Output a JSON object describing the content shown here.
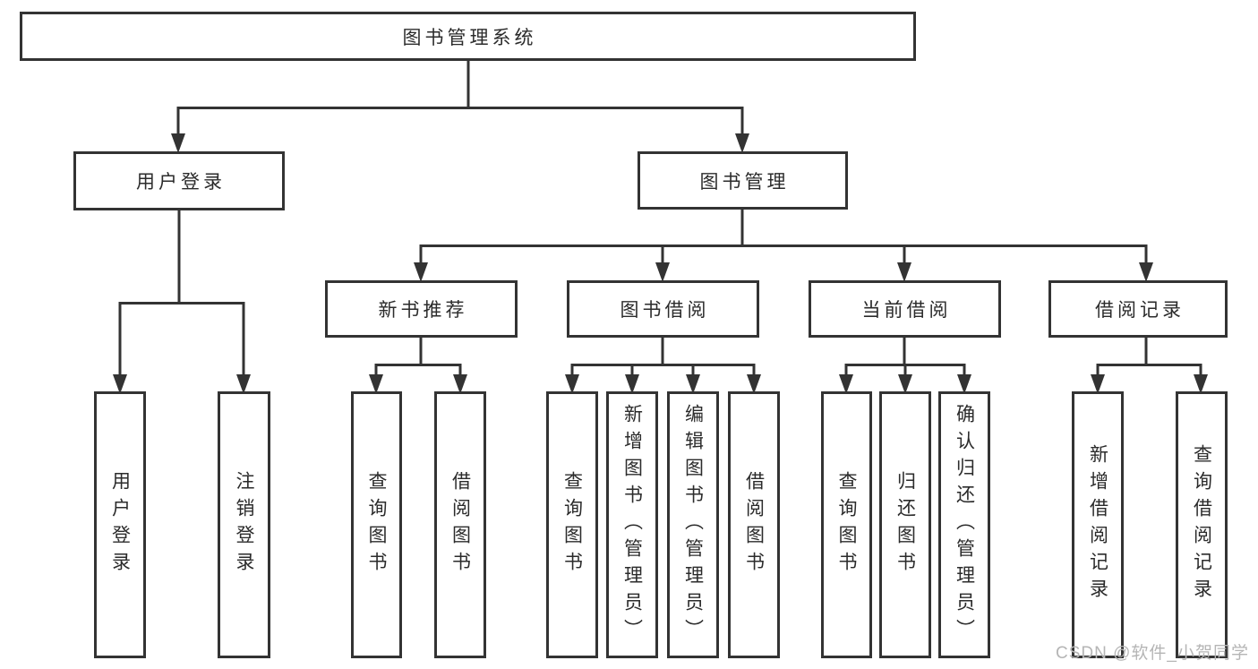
{
  "diagram_title": "图书管理系统",
  "tree": {
    "root": {
      "label": "图书管理系统"
    },
    "branches": [
      {
        "label": "用户登录",
        "children": [
          {
            "label": "用户登录"
          },
          {
            "label": "注销登录"
          }
        ]
      },
      {
        "label": "图书管理",
        "children": [
          {
            "label": "新书推荐",
            "children": [
              {
                "label": "查询图书"
              },
              {
                "label": "借阅图书"
              }
            ]
          },
          {
            "label": "图书借阅",
            "children": [
              {
                "label": "查询图书"
              },
              {
                "label": "新增图书（管理员）"
              },
              {
                "label": "编辑图书（管理员）"
              },
              {
                "label": "借阅图书"
              }
            ]
          },
          {
            "label": "当前借阅",
            "children": [
              {
                "label": "查询图书"
              },
              {
                "label": "归还图书"
              },
              {
                "label": "确认归还（管理员）"
              }
            ]
          },
          {
            "label": "借阅记录",
            "children": [
              {
                "label": "新增借阅记录"
              },
              {
                "label": "查询借阅记录"
              }
            ]
          }
        ]
      }
    ]
  },
  "watermark": "CSDN @软件_小贺同学",
  "colors": {
    "line": "#333333",
    "box_border": "#333333",
    "text": "#2b2b2b",
    "watermark": "#b5b5b5",
    "background": "#ffffff"
  }
}
